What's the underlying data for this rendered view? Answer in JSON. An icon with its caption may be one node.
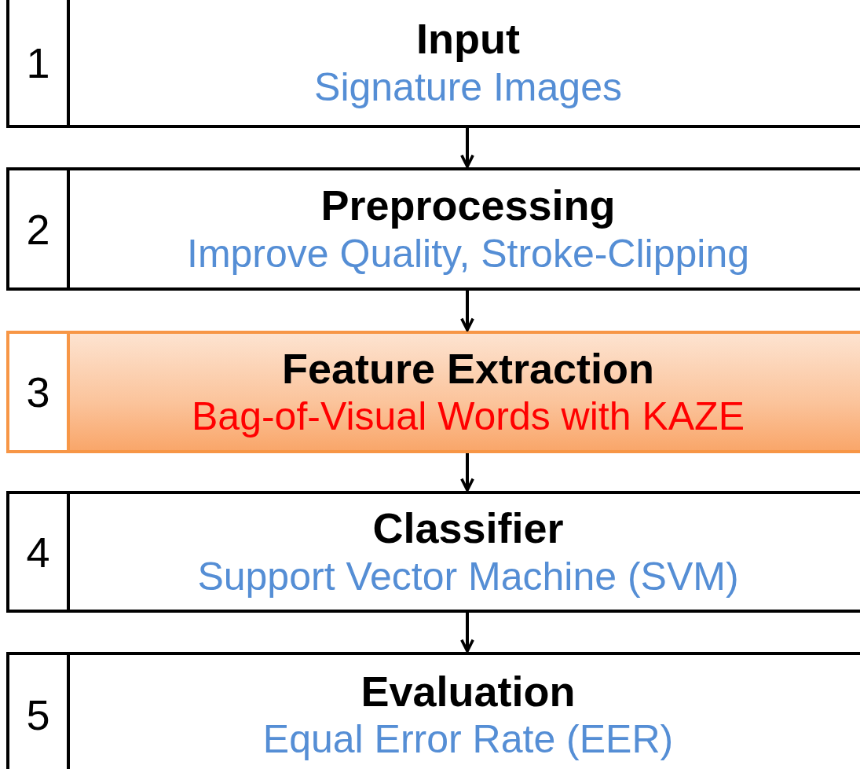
{
  "diagram": {
    "nodes": [
      {
        "text": [
          "1"
        ]
      },
      {
        "text": [
          "Input",
          "Signature Images"
        ]
      },
      {
        "text": [
          "2"
        ]
      },
      {
        "text": [
          "Preprocessing",
          "Improve Quality, Stroke-Clipping"
        ]
      },
      {
        "text": [
          "3"
        ]
      },
      {
        "text": [
          "Feature Extraction",
          "Bag-of-Visual Words with KAZE"
        ]
      },
      {
        "text": [
          "4"
        ]
      },
      {
        "text": [
          "Classifier",
          "Support Vector Machine (SVM)"
        ]
      },
      {
        "text": [
          "5"
        ]
      },
      {
        "text": [
          "Evaluation",
          "Equal Error Rate (EER)"
        ]
      }
    ],
    "edges": [
      {
        "from": 1,
        "to": 3,
        "arrow": "to"
      },
      {
        "from": 3,
        "to": 5,
        "arrow": "to"
      },
      {
        "from": 5,
        "to": 7,
        "arrow": "to"
      },
      {
        "from": 7,
        "to": 9,
        "arrow": "to"
      }
    ]
  }
}
